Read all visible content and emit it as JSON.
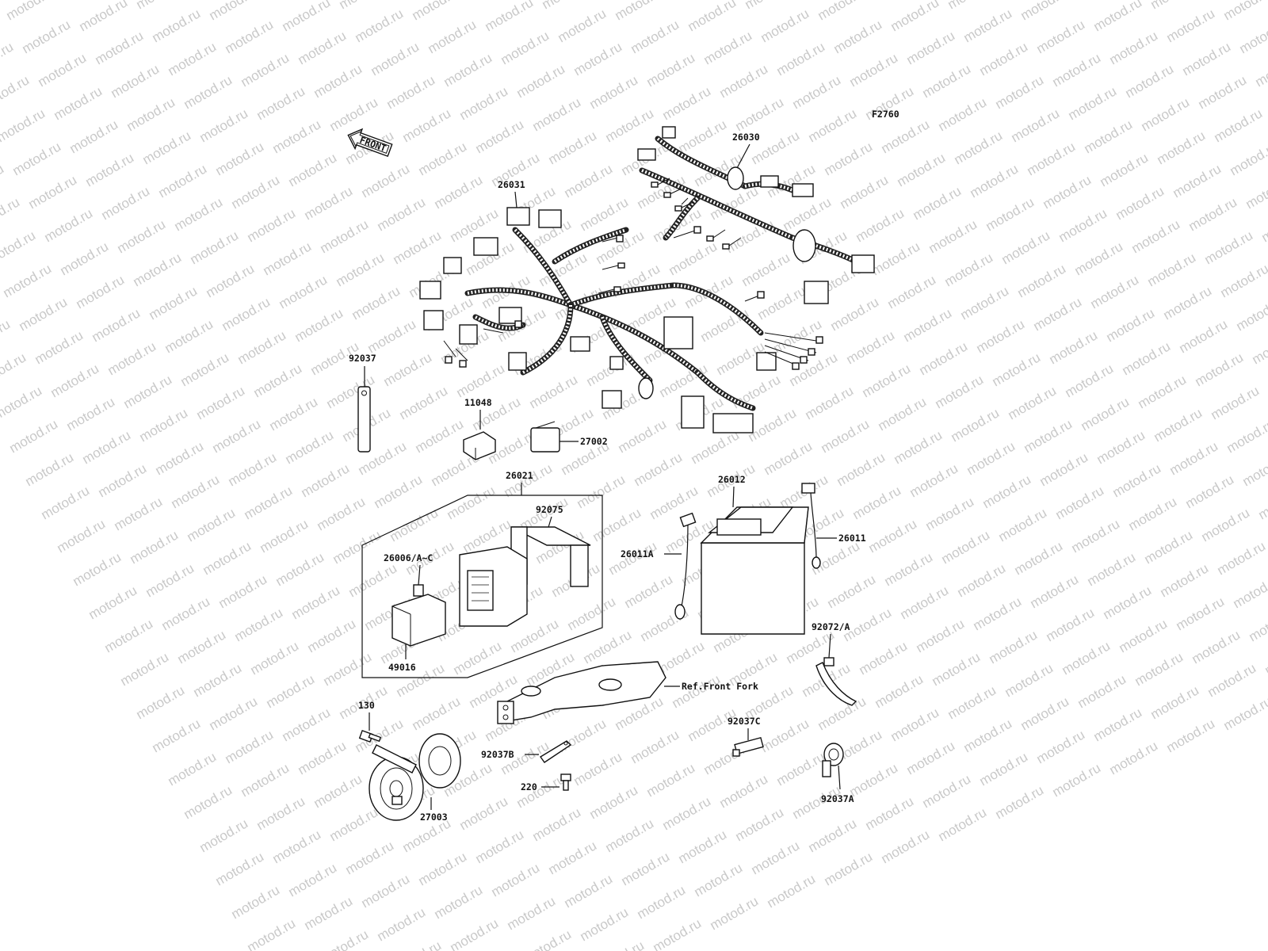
{
  "watermark": "motod.ru",
  "figure_code": "F2760",
  "front_arrow": "FRONT",
  "callouts": {
    "harness_main": "26031",
    "harness_sub": "26030",
    "ground_lead": "92037",
    "bracket": "11048",
    "relay": "27002",
    "junction_box_assy": "26021",
    "holder": "92075",
    "fuse": "26006/A~C",
    "cover": "49016",
    "battery": "26012",
    "cable_pos": "26011",
    "cable_neg": "26011A",
    "band": "92072/A",
    "ref_fork": "Ref.Front Fork",
    "bolt_130": "130",
    "horn": "27003",
    "clamp_b": "92037B",
    "screw_220": "220",
    "clamp_c": "92037C",
    "clamp_a": "92037A"
  }
}
